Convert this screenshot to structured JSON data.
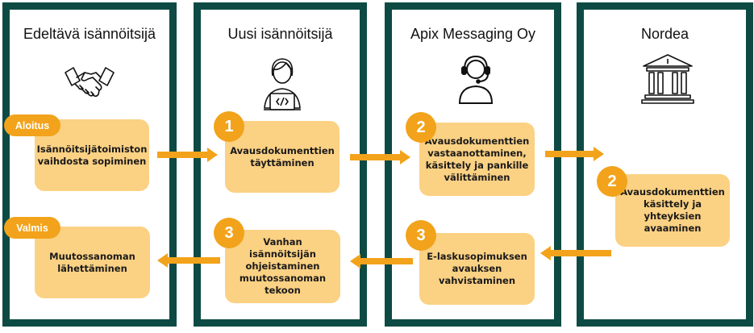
{
  "colors": {
    "lane_border": "#0e4a44",
    "card": "#fbd183",
    "accent": "#f2a31b"
  },
  "lanes": [
    {
      "title": "Edeltävä isännöitsijä",
      "icon": "handshake-icon"
    },
    {
      "title": "Uusi isännöitsijä",
      "icon": "developer-icon"
    },
    {
      "title": "Apix Messaging Oy",
      "icon": "support-headset-icon"
    },
    {
      "title": "Nordea",
      "icon": "bank-icon"
    }
  ],
  "pills": {
    "start": "Aloitus",
    "done": "Valmis"
  },
  "steps": [
    {
      "badge": "",
      "text": "Isännöitsijätoimiston\nvaihdosta sopiminen"
    },
    {
      "badge": "1",
      "text": "Avausdokumenttien\ntäyttäminen"
    },
    {
      "badge": "2",
      "text": "Avausdokumenttien\nvastaanottaminen,\nkäsittely ja pankille\nvälittäminen"
    },
    {
      "badge": "2",
      "text": "Avausdokumenttien\nkäsittely ja\nyhteyksien\navaaminen"
    },
    {
      "badge": "3",
      "text": "E-laskusopimuksen\navauksen\nvahvistaminen"
    },
    {
      "badge": "3",
      "text": "Vanhan\nisännöitsijän\nohjeistaminen\nmuutossanoman\ntekoon"
    },
    {
      "badge": "",
      "text": "Muutossanoman\nlähettäminen"
    }
  ]
}
